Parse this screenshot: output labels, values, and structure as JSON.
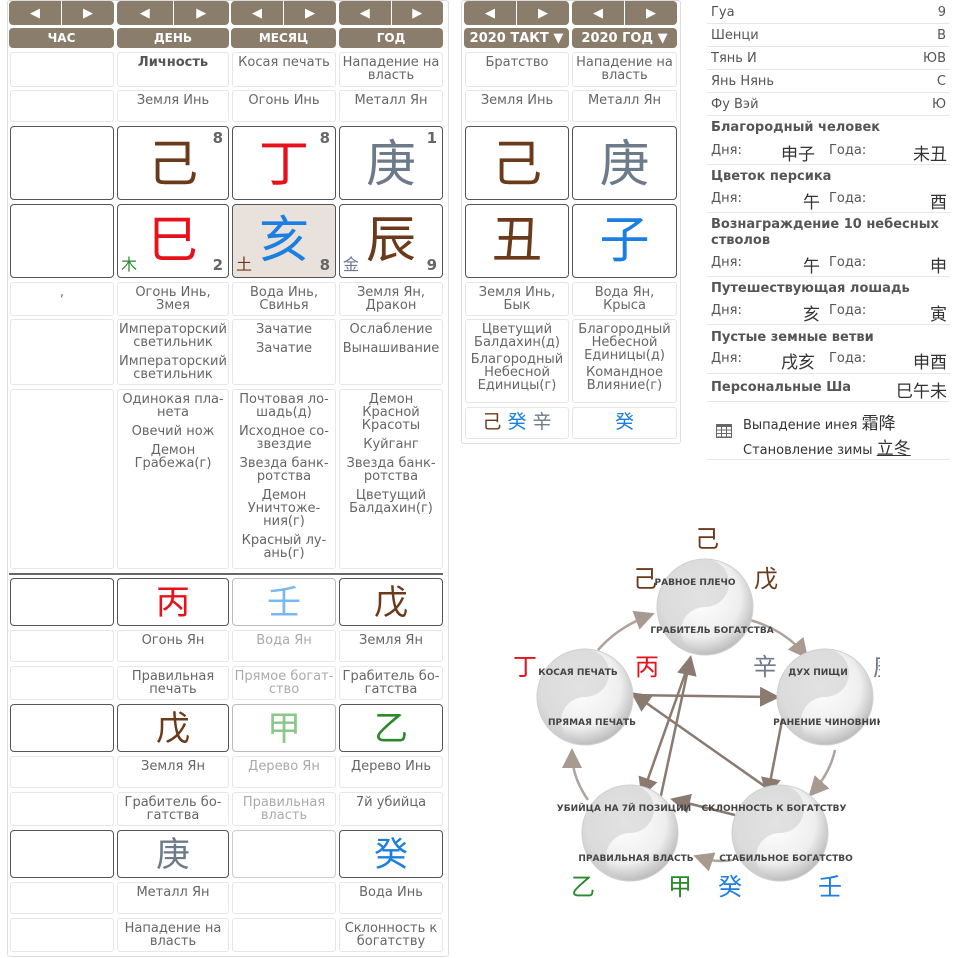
{
  "nav": {
    "prev": "◀",
    "next": "▶"
  },
  "headers": {
    "hour": "ЧАС",
    "day": "ДЕНЬ",
    "month": "МЕСЯЦ",
    "year": "ГОД",
    "takt": "2020 ТАКТ ▼",
    "year2020": "2020 ГОД ▼"
  },
  "main": {
    "personality": {
      "day": "Личность",
      "month": "Косая печать",
      "year": "Нападение на власть"
    },
    "stem_elem": {
      "day": "Земля Инь",
      "month": "Огонь Инь",
      "year": "Металл Ян"
    },
    "stems": {
      "day": "己",
      "month": "丁",
      "year": "庚"
    },
    "stem_nums": {
      "day": "8",
      "month": "8",
      "year": "1"
    },
    "branches": {
      "day": "巳",
      "month": "亥",
      "year": "辰"
    },
    "branch_tags": {
      "day": "木",
      "month": "土",
      "year": "金"
    },
    "branch_nums": {
      "day": "2",
      "month": "8",
      "year": "9"
    },
    "hour_comma": ",",
    "branch_desc": {
      "day": "Огонь Инь, Змея",
      "month": "Вода Инь, Свинья",
      "year": "Земля Ян, Дракон"
    },
    "stage": {
      "day": [
        "Императорский светильник",
        "Императорский светильник"
      ],
      "month": [
        "Зачатие",
        "Зачатие"
      ],
      "year": [
        "Ослабление",
        "Вынашивание"
      ]
    },
    "stars": {
      "day": [
        "Одинокая пла-нета",
        "Овечий нож",
        "Демон Грабежа(г)"
      ],
      "month": [
        "Почтовая ло-шадь(д)",
        "Исходное со-звездие",
        "Звезда банк-ротства",
        "Демон Уничтоже-ния(г)",
        "Красный лу-ань(г)"
      ],
      "year": [
        "Демон Красной Красоты",
        "Куйганг",
        "Звезда банк-ротства",
        "Цветущий Балдахин(г)"
      ]
    }
  },
  "hidden": {
    "r1": {
      "day": "丙",
      "month": "壬",
      "year": "戊"
    },
    "r1_elem": {
      "day": "Огонь Ян",
      "month": "Вода Ян",
      "year": "Земля Ян"
    },
    "r1_god": {
      "day": "Правильная печать",
      "month": "Прямое богат-ство",
      "year": "Грабитель бо-гатства"
    },
    "r2": {
      "day": "戊",
      "month": "甲",
      "year": "乙"
    },
    "r2_elem": {
      "day": "Земля Ян",
      "month": "Дерево Ян",
      "year": "Дерево Инь"
    },
    "r2_god": {
      "day": "Грабитель бо-гатства",
      "month": "Правильная власть",
      "year": "7й убийца"
    },
    "r3": {
      "day": "庚",
      "year": "癸"
    },
    "r3_elem": {
      "day": "Металл Ян",
      "year": "Вода Инь"
    },
    "r3_god": {
      "day": "Нападение на власть",
      "year": "Склонность к богатству"
    }
  },
  "luck": {
    "personality": {
      "takt": "Братство",
      "year": "Нападение на власть"
    },
    "stem_elem": {
      "takt": "Земля Инь",
      "year": "Металл Ян"
    },
    "stems": {
      "takt": "己",
      "year": "庚"
    },
    "branches": {
      "takt": "丑",
      "year": "子"
    },
    "branch_desc": {
      "takt": "Земля Инь, Бык",
      "year": "Вода Ян, Крыса"
    },
    "stars": {
      "takt": [
        "Цветущий Балдахин(д)",
        "Благородный Небесной Единицы(г)"
      ],
      "year": [
        "Благородный Небесной Единицы(д)",
        "Командное Влияние(г)"
      ]
    },
    "hidden": {
      "takt": [
        "己",
        "癸",
        "辛"
      ],
      "year": [
        "癸"
      ]
    }
  },
  "info": {
    "rows": [
      {
        "label": "Гуа",
        "value": "9"
      },
      {
        "label": "Шенци",
        "value": "В"
      },
      {
        "label": "Тянь И",
        "value": "ЮВ"
      },
      {
        "label": "Янь Нянь",
        "value": "С"
      },
      {
        "label": "Фу Вэй",
        "value": "Ю"
      }
    ],
    "day_label": "Дня:",
    "year_label": "Года:",
    "noble": {
      "title": "Благородный человек",
      "day": "申子",
      "year": "未丑"
    },
    "peach": {
      "title": "Цветок персика",
      "day": "午",
      "year": "酉"
    },
    "reward": {
      "title": "Вознаграждение 10 небесных стволов",
      "day": "午",
      "year": "申"
    },
    "horse": {
      "title": "Путешествующая лошадь",
      "day": "亥",
      "year": "寅"
    },
    "void": {
      "title": "Пустые земные ветви",
      "day": "戌亥",
      "year": "申酉"
    },
    "sha": {
      "title": "Персональные Ша",
      "value": "巳午未"
    },
    "terms": {
      "frost": "Выпадение инея",
      "frost_cn": "霜降",
      "winter": "Становление зимы",
      "winter_cn": "立冬"
    }
  },
  "diagram": {
    "top": {
      "up": "РАВНОЕ ПЛЕЧО",
      "down": "ГРАБИТЕЛЬ БОГАТСТВА",
      "s1": "己",
      "s2": "己",
      "s3": "戊"
    },
    "right": {
      "up": "ДУХ ПИЩИ",
      "down": "РАНЕНИЕ ЧИНОВНИКА",
      "s1": "辛",
      "s2": "庚"
    },
    "left": {
      "up": "КОСАЯ ПЕЧАТЬ",
      "down": "ПРЯМАЯ ПЕЧАТЬ",
      "s1": "丁",
      "s2": "丙"
    },
    "bl": {
      "up": "УБИЙЦА НА 7Й ПОЗИЦИИ",
      "down": "ПРАВИЛЬНАЯ ВЛАСТЬ",
      "s1": "乙",
      "s2": "甲"
    },
    "br": {
      "up": "СКЛОННОСТЬ К БОГАТСТВУ",
      "down": "СТАБИЛЬНОЕ БОГАТСТВО",
      "s1": "癸",
      "s2": "壬"
    }
  },
  "colors": {
    "earth": "#6b3a1a",
    "fire": "#e8101a",
    "metal": "#6d7a8a",
    "water": "#1a7fe0",
    "wood": "#2a8a2a",
    "header": "#8b7d6b"
  }
}
